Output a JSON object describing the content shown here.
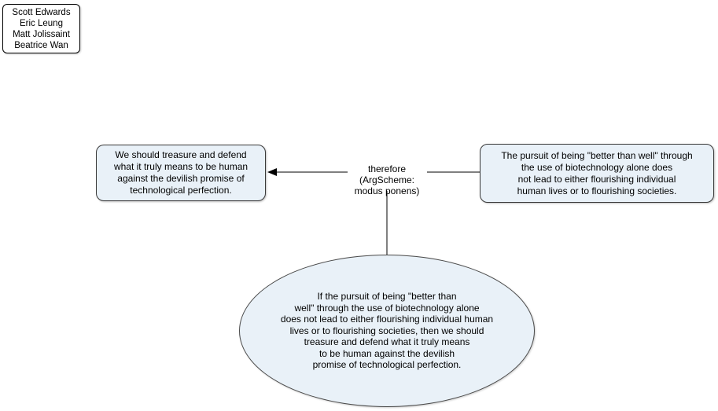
{
  "participants": {
    "names": [
      "Scott Edwards",
      "Eric Leung",
      "Matt Jolissaint",
      "Beatrice Wan"
    ]
  },
  "nodes": {
    "conclusion": {
      "text": "We should treasure and defend\nwhat it truly means to be human\nagainst the devilish promise of\ntechnological perfection."
    },
    "scheme": {
      "label": "therefore\n(ArgScheme:\nmodus ponens)"
    },
    "premise": {
      "text": "The pursuit of being \"better than well\" through\nthe use of biotechnology alone does\nnot lead to either flourishing individual\nhuman lives or to flourishing societies."
    },
    "conditional": {
      "text": "If the pursuit of being \"better than\nwell\" through the use of biotechnology alone\ndoes not lead to either flourishing individual human\nlives or to flourishing societies, then we should\ntreasure and defend what it truly means\nto be human against the devilish\npromise of technological perfection."
    }
  },
  "colors": {
    "node_fill": "#e9f1f8",
    "node_border": "#3a3a3a",
    "line": "#000000",
    "background": "#ffffff"
  }
}
